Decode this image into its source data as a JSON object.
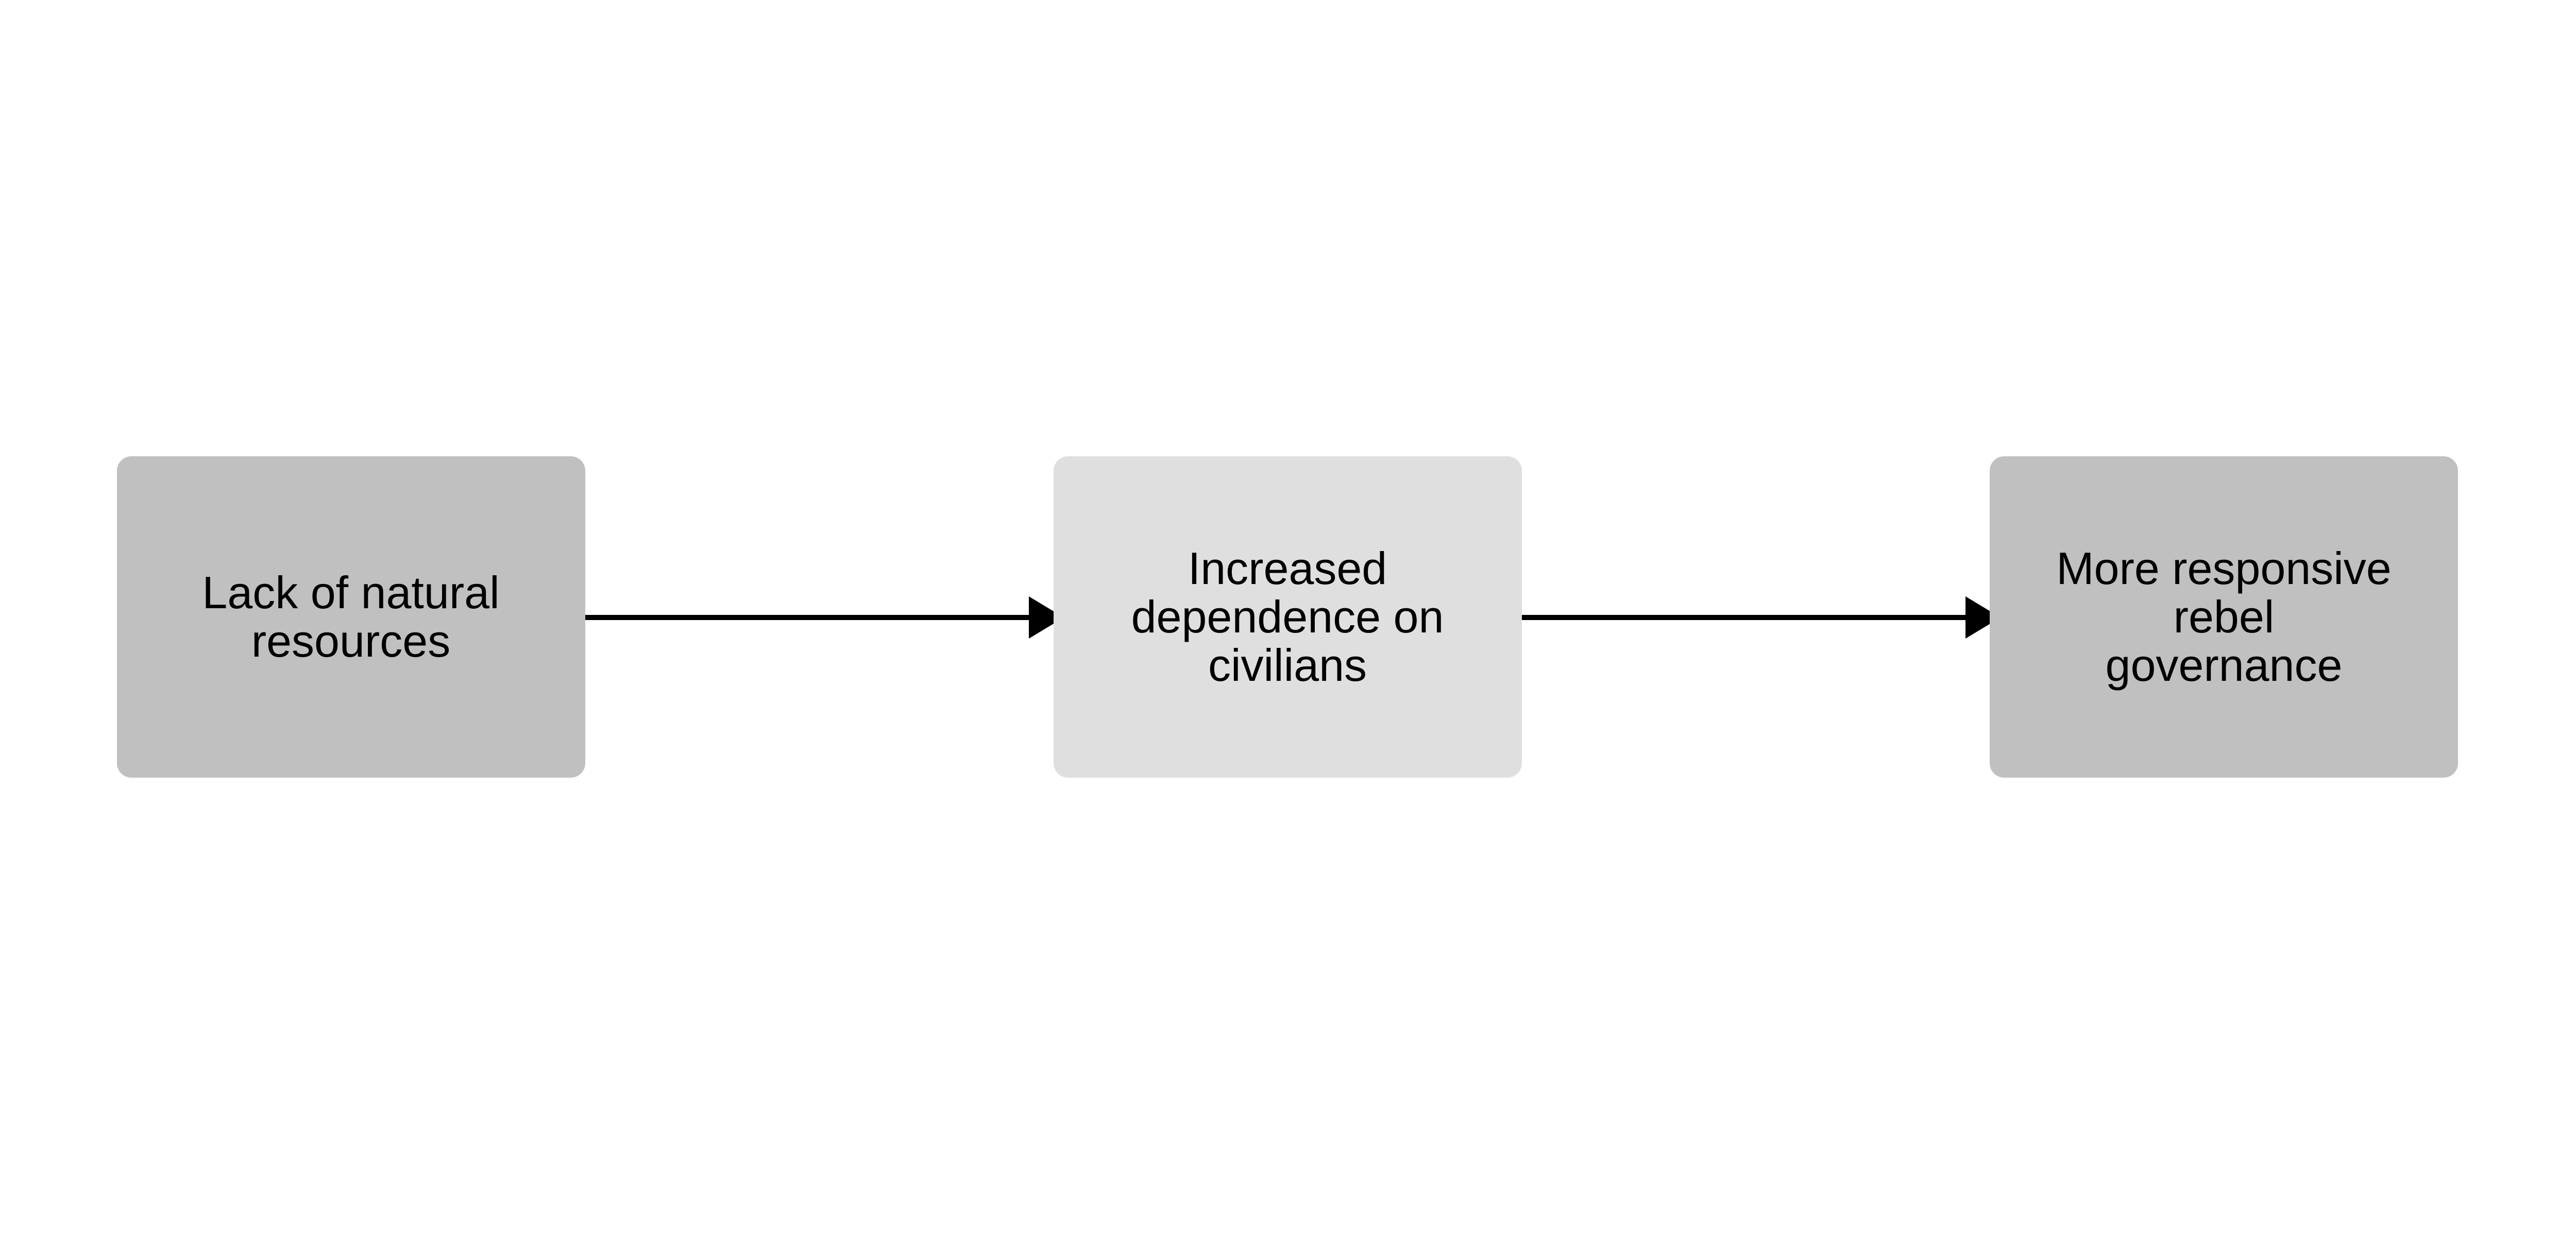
{
  "nodes": [
    {
      "id": "n1",
      "label": "Lack of natural\nresources",
      "fill": "#c0c0c0"
    },
    {
      "id": "n2",
      "label": "Increased\ndependence on\ncivilians",
      "fill": "#dfdfdf"
    },
    {
      "id": "n3",
      "label": "More responsive\nrebel\ngovernance",
      "fill": "#c0c0c0"
    }
  ],
  "edges": [
    {
      "from": "n1",
      "to": "n2"
    },
    {
      "from": "n2",
      "to": "n3"
    }
  ],
  "colors": {
    "edge": "#000000",
    "text": "#000000",
    "background": "#ffffff"
  }
}
